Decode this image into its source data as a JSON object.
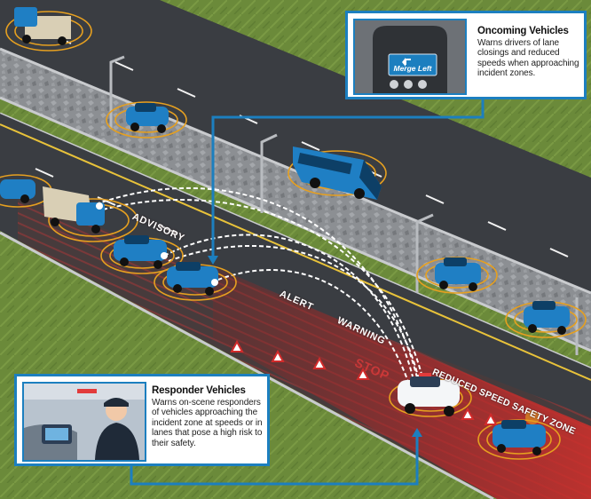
{
  "callouts": {
    "oncoming": {
      "title": "Oncoming Vehicles",
      "body": "Warns drivers of lane closings and reduced speeds when approaching incident zones.",
      "sign_text": "Merge Left"
    },
    "responder": {
      "title": "Responder Vehicles",
      "body": "Warns on-scene responders of vehicles approaching the incident zone at speeds or in lanes that pose a high risk to their safety."
    }
  },
  "road_labels": {
    "advisory": "ADVISORY",
    "alert": "ALERT",
    "warning": "WARNING",
    "reduced_speed": "REDUCED SPEED SAFETY ZONE",
    "stop": "STOP"
  },
  "colors": {
    "accent_blue": "#1c7fbf",
    "asphalt": "#3a3d42",
    "grass": "#6b8a3a",
    "zone_red": "#c0302c",
    "vehicle_blue": "#1f7fc4",
    "signal_ring": "#e6a020"
  },
  "icons": [
    "arrow-left-icon",
    "warning-triangle-icon",
    "signal-ring-icon",
    "truck-icon",
    "car-icon",
    "bus-icon",
    "police-car-icon",
    "street-light-icon"
  ]
}
